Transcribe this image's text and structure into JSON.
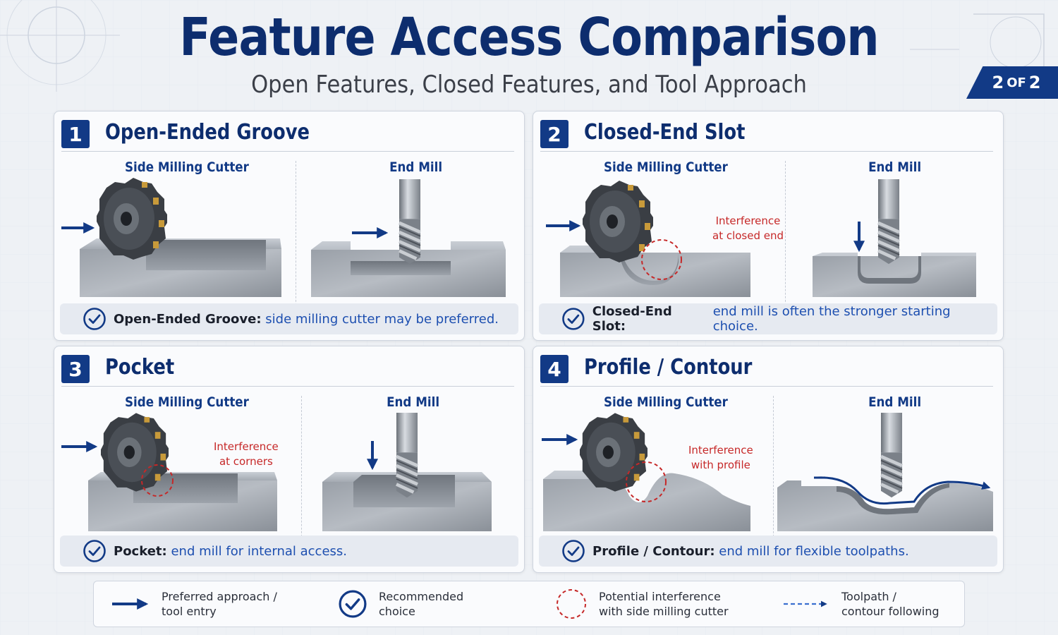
{
  "header": {
    "title": "Feature Access Comparison",
    "subtitle": "Open Features, Closed Features, and Tool Approach",
    "page_num": "2",
    "page_of": "OF",
    "page_total": "2"
  },
  "panels": [
    {
      "number": "1",
      "title": "Open-Ended Groove",
      "left_tool": "Side Milling Cutter",
      "right_tool": "End Mill",
      "interference": "",
      "summary_bold": "Open-Ended Groove:",
      "summary_rest": "side milling cutter may be preferred."
    },
    {
      "number": "2",
      "title": "Closed-End Slot",
      "left_tool": "Side Milling Cutter",
      "right_tool": "End Mill",
      "interference_line1": "Interference",
      "interference_line2": "at closed end",
      "summary_bold": "Closed-End Slot:",
      "summary_rest": "end mill is often the stronger starting choice."
    },
    {
      "number": "3",
      "title": "Pocket",
      "left_tool": "Side Milling Cutter",
      "right_tool": "End Mill",
      "interference_line1": "Interference",
      "interference_line2": "at corners",
      "summary_bold": "Pocket:",
      "summary_rest": "end mill for internal access."
    },
    {
      "number": "4",
      "title": "Profile / Contour",
      "left_tool": "Side Milling Cutter",
      "right_tool": "End Mill",
      "interference_line1": "Interference",
      "interference_line2": "with profile",
      "summary_bold": "Profile / Contour:",
      "summary_rest": "end mill for flexible toolpaths."
    }
  ],
  "legend": {
    "arrow_l1": "Preferred approach /",
    "arrow_l2": "tool entry",
    "check_l1": "Recommended",
    "check_l2": "choice",
    "circle_l1": "Potential interference",
    "circle_l2": "with side milling cutter",
    "path_l1": "Toolpath /",
    "path_l2": "contour following"
  },
  "colors": {
    "navy": "#0d2d6e",
    "accent_blue": "#123a86",
    "link_blue": "#1d4fb0",
    "interference_red": "#c62828",
    "metal": "#8e949c"
  },
  "icons": [
    "arrow-right-icon",
    "arrow-down-icon",
    "check-circle-icon",
    "dashed-circle-icon",
    "toolpath-icon"
  ]
}
